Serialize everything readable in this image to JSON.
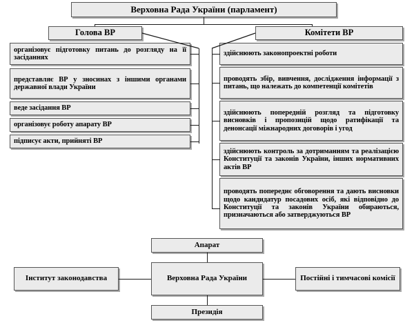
{
  "diagram": {
    "title": "Верховна Рада України (парламент)",
    "branches": [
      {
        "header": "Голова ВР",
        "items": [
          "організовує підготовку питань до розгляду на її засіданнях",
          "представляє ВР у зносинах з іншими органами державної влади України",
          "веде засідання ВР",
          "організовує роботу апарату ВР",
          "підписує акти, прийняті ВР"
        ]
      },
      {
        "header": "Комітети ВР",
        "items": [
          "здійснюють законопроектні роботи",
          "проводять збір, вивчення, дослідження інформації з питань, що належать до компетенції комітетів",
          "здійснюють попередній розгляд та підготовку висновків і пропозицій щодо ратифікації та денонсації міжнародних договорів і угод",
          "здійснюють контроль за дотриманням та реалізацією Конституції та законів України, інших нормативних актів ВР",
          "проводять попереднє обговорення та дають висновки щодо кандидатур посадових осіб, які відповідно до Конституції та законів України обираються, призначаються або затверджуються ВР"
        ]
      }
    ]
  },
  "structure": {
    "top": "Апарат",
    "left": "Інститут законодавства",
    "center": "Верховна Рада України",
    "right": "Постійні і тимчасові комісії",
    "bottom": "Президія"
  },
  "colors": {
    "box_fill": "#ebebeb",
    "box_border": "#6b6b6b",
    "line": "#1a1a1a",
    "text": "#000000",
    "page_background": "#ffffff"
  }
}
